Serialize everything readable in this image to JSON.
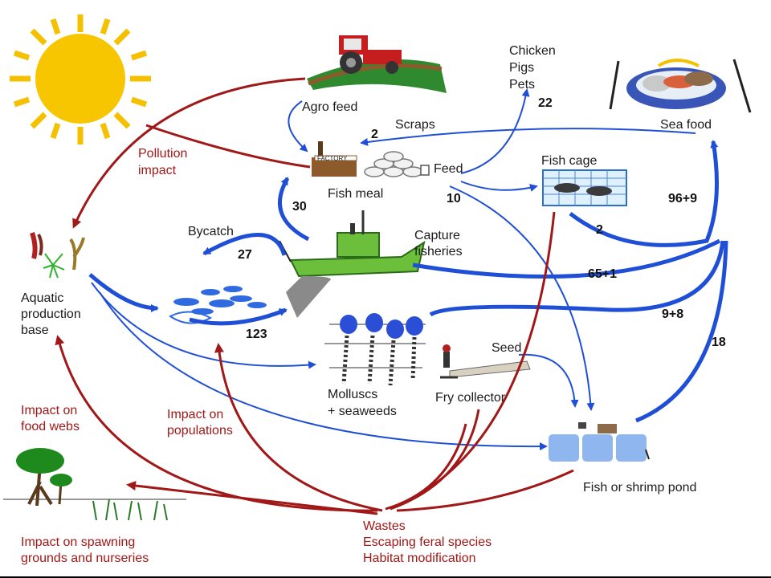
{
  "nodes": {
    "agro_feed": "Agro feed",
    "chicken": "Chicken",
    "pigs": "Pigs",
    "pets": "Pets",
    "sea_food": "Sea food",
    "fish_meal": "Fish meal",
    "factory_sign": "FACTORY",
    "feed": "Feed",
    "fish_cage": "Fish cage",
    "bycatch": "Bycatch",
    "capture_1": "Capture",
    "capture_2": "fisheries",
    "aquatic_1": "Aquatic",
    "aquatic_2": "production",
    "aquatic_3": "base",
    "molluscs_1": "Molluscs",
    "molluscs_2": "+ seaweeds",
    "seed": "Seed",
    "fry_collector": "Fry collector",
    "pond": "Fish or shrimp pond"
  },
  "impacts": {
    "pollution_1": "Pollution",
    "pollution_2": "impact",
    "food_webs_1": "Impact on",
    "food_webs_2": "food webs",
    "populations_1": "Impact on",
    "populations_2": "populations",
    "spawning_1": "Impact on spawning",
    "spawning_2": "grounds and nurseries",
    "wastes_1": "Wastes",
    "wastes_2": "Escaping feral species",
    "wastes_3": "Habitat modification"
  },
  "flows": {
    "scraps_label": "Scraps",
    "scraps_value": "2",
    "feed_value": "10",
    "chicken_value": "22",
    "fishmeal_value": "30",
    "bycatch_value": "27",
    "wild_value": "123",
    "cage_value": "2",
    "seafood_value": "96+9",
    "capture_value": "65+1",
    "molluscs_value": "9+8",
    "pond_value": "18"
  },
  "colors": {
    "flow_blue": "#1f4fd6",
    "impact_red": "#a01818",
    "sun": "#f5c000",
    "water": "#3a6fe0"
  }
}
